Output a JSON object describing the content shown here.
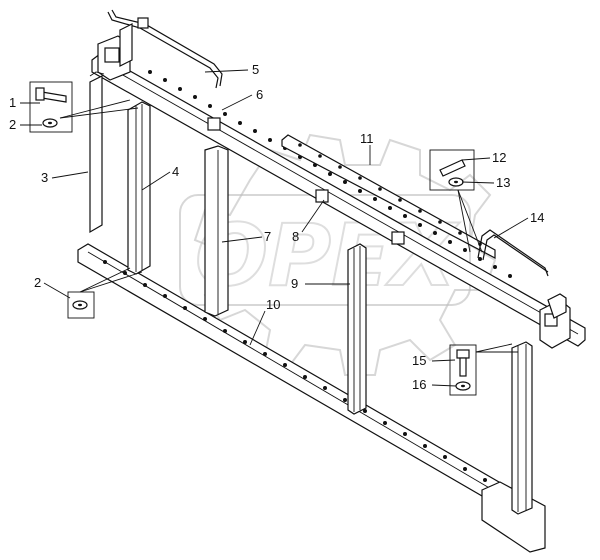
{
  "watermark": {
    "text": "OPEX"
  },
  "callouts": [
    {
      "id": "c1",
      "label": "1"
    },
    {
      "id": "c2a",
      "label": "2"
    },
    {
      "id": "c3",
      "label": "3"
    },
    {
      "id": "c4",
      "label": "4"
    },
    {
      "id": "c5",
      "label": "5"
    },
    {
      "id": "c6",
      "label": "6"
    },
    {
      "id": "c7",
      "label": "7"
    },
    {
      "id": "c8",
      "label": "8"
    },
    {
      "id": "c9",
      "label": "9"
    },
    {
      "id": "c10",
      "label": "10"
    },
    {
      "id": "c11",
      "label": "11"
    },
    {
      "id": "c12",
      "label": "12"
    },
    {
      "id": "c13",
      "label": "13"
    },
    {
      "id": "c14",
      "label": "14"
    },
    {
      "id": "c15",
      "label": "15"
    },
    {
      "id": "c16",
      "label": "16"
    },
    {
      "id": "c2b",
      "label": "2"
    }
  ]
}
